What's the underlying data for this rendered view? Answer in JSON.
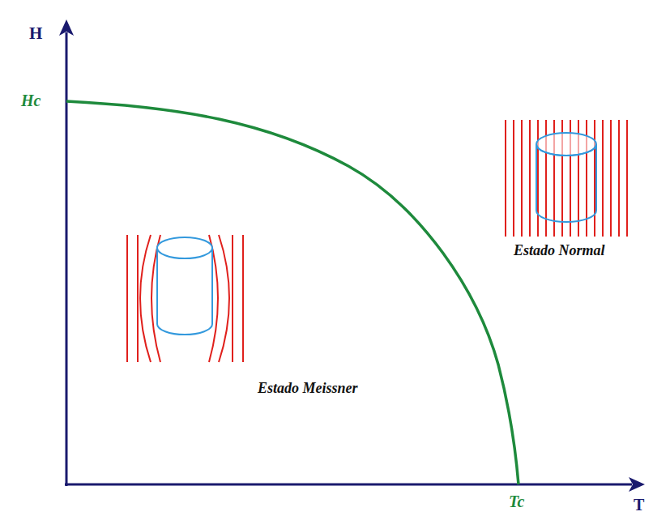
{
  "diagram": {
    "labels": [
      "H",
      "Hc",
      "Tc",
      "T",
      "Estado Normal",
      "Estado Meissner"
    ]
  }
}
